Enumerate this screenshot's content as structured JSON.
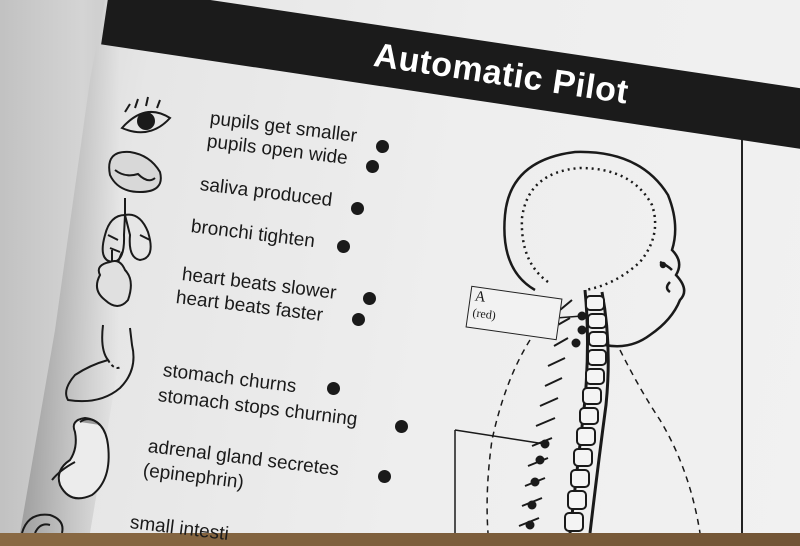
{
  "title": "Automatic Pilot",
  "functions": [
    {
      "label": "pupils get smaller"
    },
    {
      "label": "pupils open wide"
    },
    {
      "label": "saliva produced"
    },
    {
      "label": "bronchi tighten"
    },
    {
      "label": "heart beats slower"
    },
    {
      "label": "heart beats faster"
    },
    {
      "label": "stomach churns"
    },
    {
      "label": "stomach stops churning"
    },
    {
      "label": "adrenal gland secretes"
    },
    {
      "label": "(epinephrin)"
    },
    {
      "label": "small intesti"
    }
  ],
  "box_a": {
    "letter": "A",
    "note": "(red)"
  },
  "icons": [
    "eye-icon",
    "salivary-gland-icon",
    "lungs-icon",
    "heart-icon",
    "stomach-icon",
    "kidney-icon",
    "intestine-icon"
  ],
  "colors": {
    "ink": "#1a1a1a",
    "paper": "#eeeeee",
    "table": "#6f5234",
    "title_bar": "#1b1b1b"
  }
}
